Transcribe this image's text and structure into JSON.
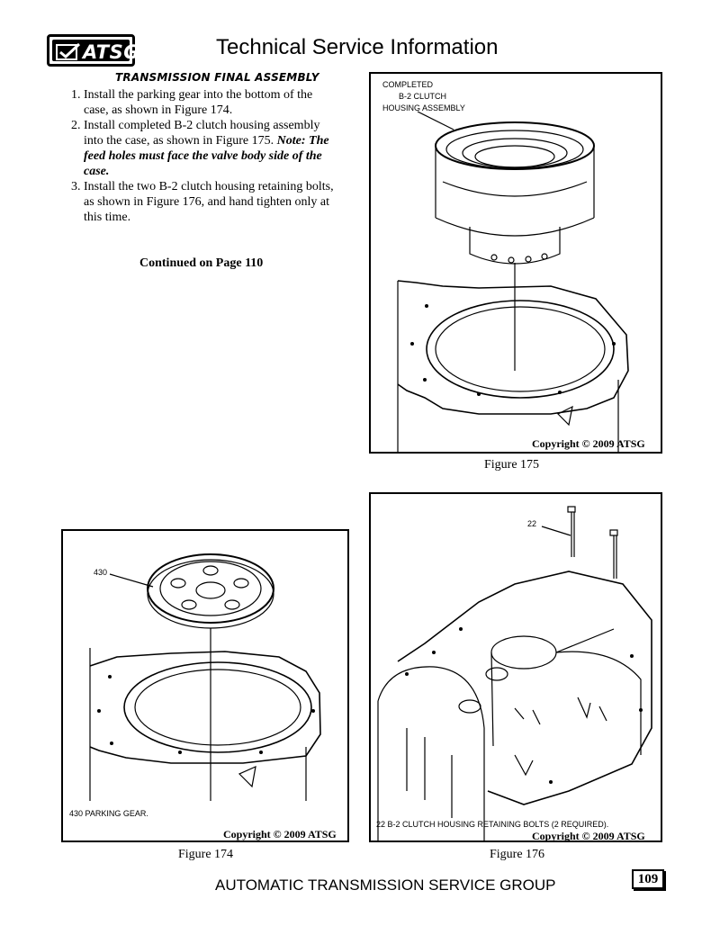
{
  "header": {
    "logo_text": "ATSG",
    "title": "Technical Service Information"
  },
  "section": {
    "title": "TRANSMISSION FINAL ASSEMBLY",
    "steps": [
      {
        "num": "1.",
        "text": "Install the parking gear into the bottom of the case, as shown in Figure 174."
      },
      {
        "num": "2.",
        "text": "Install completed B-2 clutch housing assembly into the case, as shown in Figure 175.",
        "note": "Note: The feed holes must face the valve body side of the case."
      },
      {
        "num": "3.",
        "text": "Install the two B-2 clutch housing retaining bolts, as shown in Figure 176, and hand tighten only at this time."
      }
    ],
    "continued": "Continued on Page 110"
  },
  "figures": {
    "fig175": {
      "callout_lines": [
        "COMPLETED",
        "B-2 CLUTCH",
        "HOUSING ASSEMBLY"
      ],
      "copyright": "Copyright © 2009 ATSG",
      "caption": "Figure 175"
    },
    "fig174": {
      "callout": "430",
      "legend": "430  PARKING GEAR.",
      "copyright": "Copyright © 2009 ATSG",
      "caption": "Figure 174"
    },
    "fig176": {
      "callout": "22",
      "legend": "22  B-2 CLUTCH HOUSING RETAINING BOLTS  (2 REQUIRED).",
      "copyright": "Copyright © 2009 ATSG",
      "caption": "Figure 176"
    }
  },
  "footer": {
    "text": "AUTOMATIC TRANSMISSION SERVICE GROUP",
    "page_number": "109"
  }
}
